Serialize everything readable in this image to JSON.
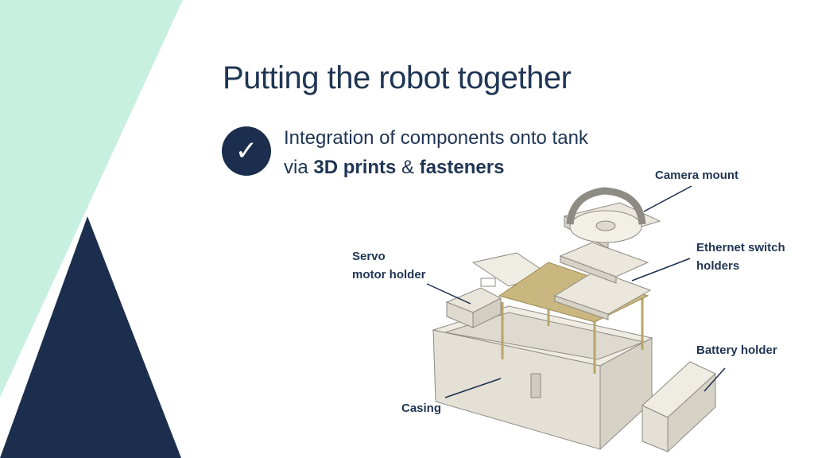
{
  "slide": {
    "title": "Putting the robot together",
    "subtitle": {
      "line1": "Integration of components onto tank",
      "line2_prefix": "via ",
      "bold1": "3D prints",
      "amp": " & ",
      "bold2": "fasteners"
    },
    "check_glyph": "✓"
  },
  "labels": {
    "camera_mount": "Camera mount",
    "ethernet_line1": "Ethernet switch",
    "ethernet_line2": "holders",
    "servo_line1": "Servo",
    "servo_line2": "motor holder",
    "battery": "Battery holder",
    "casing": "Casing"
  },
  "colors": {
    "mint": "#c8f0e1",
    "navy": "#1c2e4e",
    "text": "#1f3553",
    "part": "#e9e5da",
    "plate": "#c9b77f"
  }
}
